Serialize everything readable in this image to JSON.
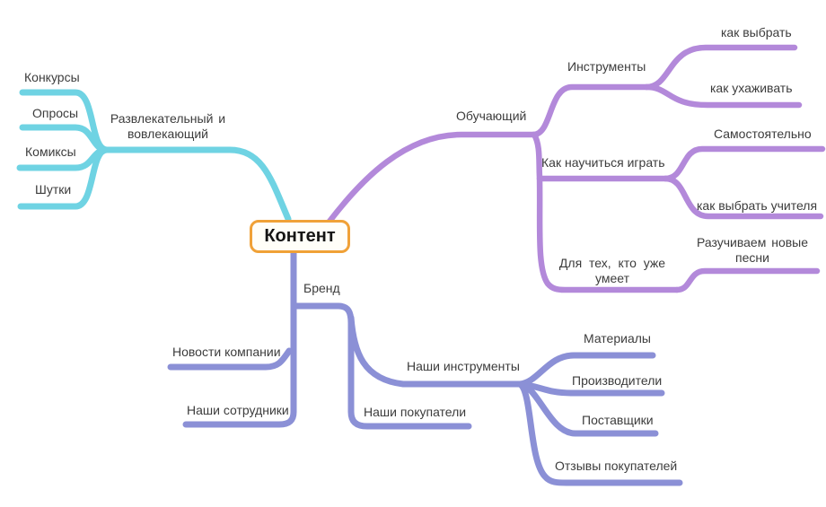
{
  "colors": {
    "entertaining": "#6fd3e3",
    "educational": "#b389da",
    "brand": "#8b90d6",
    "center_border": "#f0a137",
    "center_bg": "#fffef8",
    "text": "#3c3c3c"
  },
  "center": {
    "label": "Контент"
  },
  "branches": {
    "entertaining": {
      "label": "Развлекательный и вовлекающий",
      "children": [
        {
          "label": "Конкурсы"
        },
        {
          "label": "Опросы"
        },
        {
          "label": "Комиксы"
        },
        {
          "label": "Шутки"
        }
      ]
    },
    "educational": {
      "label": "Обучающий",
      "children": [
        {
          "label": "Инструменты",
          "children": [
            {
              "label": "как выбрать"
            },
            {
              "label": "как ухаживать"
            }
          ]
        },
        {
          "label": "Как научиться играть",
          "children": [
            {
              "label": "Самостоятельно"
            },
            {
              "label": "как выбрать учителя"
            }
          ]
        },
        {
          "label": "Для тех, кто уже умеет",
          "children": [
            {
              "label": "Разучиваем новые песни"
            }
          ]
        }
      ]
    },
    "brand": {
      "label": "Бренд",
      "children": [
        {
          "label": "Новости компании"
        },
        {
          "label": "Наши сотрудники"
        },
        {
          "label": "Наши покупатели"
        },
        {
          "label": "Наши инструменты",
          "children": [
            {
              "label": "Материалы"
            },
            {
              "label": "Производители"
            },
            {
              "label": "Поставщики"
            },
            {
              "label": "Отзывы покупателей"
            }
          ]
        }
      ]
    }
  }
}
